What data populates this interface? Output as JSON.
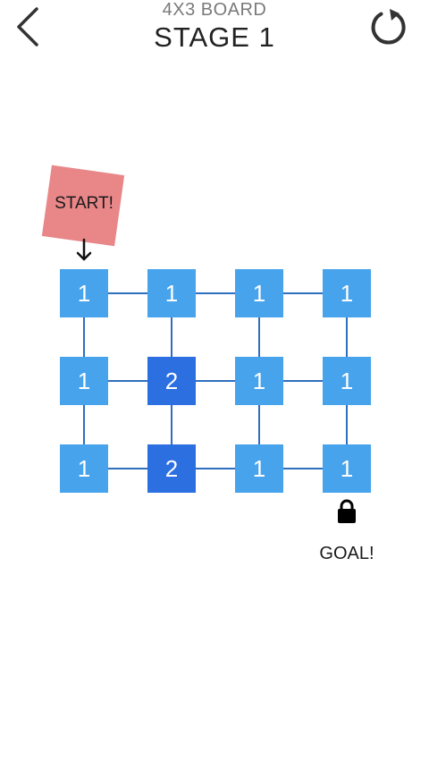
{
  "header": {
    "subtitle": "4X3 BOARD",
    "title": "STAGE 1"
  },
  "icons": {
    "back": "chevron-left-icon",
    "restart": "restart-icon",
    "start_arrow": "arrow-down-icon",
    "goal_lock": "lock-icon"
  },
  "start": {
    "label": "START!"
  },
  "goal": {
    "label": "GOAL!"
  },
  "board": {
    "rows": 3,
    "cols": 4,
    "cells": [
      [
        "1",
        "1",
        "1",
        "1"
      ],
      [
        "1",
        "2",
        "1",
        "1"
      ],
      [
        "1",
        "2",
        "1",
        "1"
      ]
    ]
  },
  "colors": {
    "tile_value_1": "#46a3ec",
    "tile_value_2": "#2c6fe0",
    "connector": "#2f6fbf",
    "start_tag": "#e77f82"
  }
}
